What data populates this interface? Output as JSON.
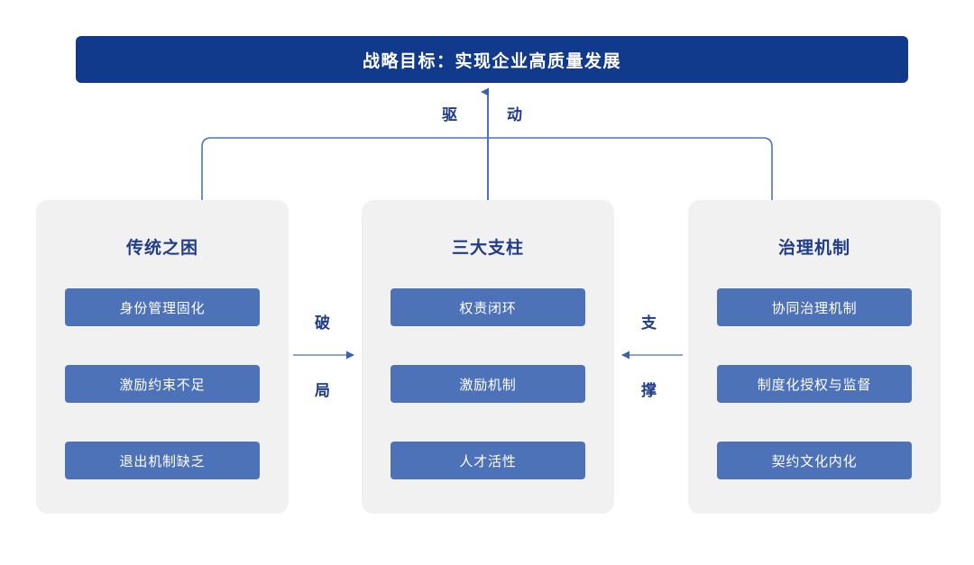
{
  "banner": {
    "text": "战略目标：实现企业高质量发展",
    "color": "#123A8C"
  },
  "connectors": {
    "drive": {
      "char1": "驱",
      "char2": "动",
      "direction": "up",
      "color": "#4D72B8"
    },
    "break": {
      "char1": "破",
      "char2": "局",
      "direction": "right",
      "color": "#4D72B8"
    },
    "support": {
      "char1": "支",
      "char2": "撑",
      "direction": "left",
      "color": "#4D72B8"
    },
    "bracket": {
      "color": "#4D72B8"
    }
  },
  "cards": [
    {
      "title": "传统之困",
      "items": [
        "身份管理固化",
        "激励约束不足",
        "退出机制缺乏"
      ]
    },
    {
      "title": "三大支柱",
      "items": [
        "权责闭环",
        "激励机制",
        "人才活性"
      ]
    },
    {
      "title": "治理机制",
      "items": [
        "协同治理机制",
        "制度化授权与监督",
        "契约文化内化"
      ]
    }
  ],
  "theme": {
    "card_bg": "#F1F1F1",
    "chip_bg": "#4D72B8",
    "title_color": "#1F3C88",
    "banner_bg": "#123A8C"
  }
}
